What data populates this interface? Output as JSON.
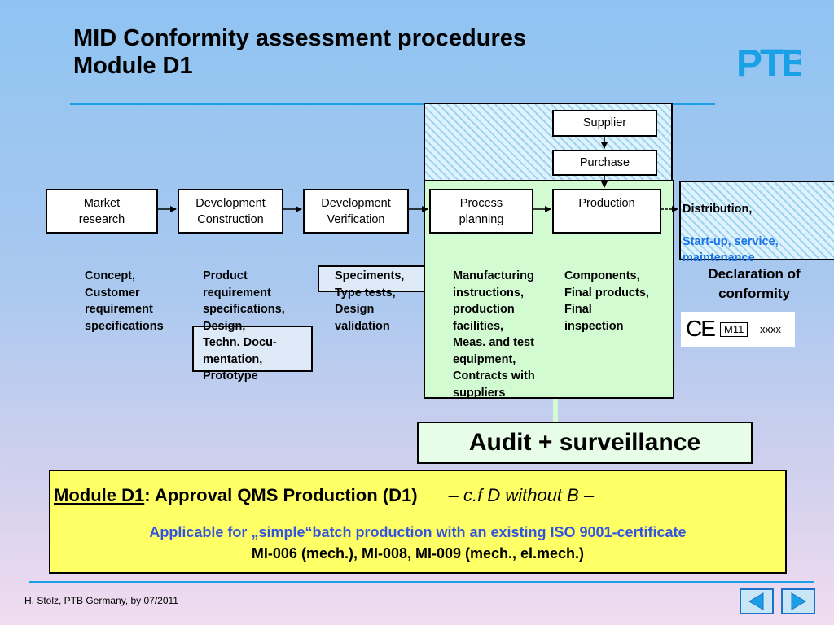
{
  "title": {
    "line1": "MID Conformity assessment procedures",
    "line2": "Module D1"
  },
  "logo": {
    "text": "PTB"
  },
  "supply_chain": {
    "supplier": "Supplier",
    "purchase": "Purchase"
  },
  "process": [
    {
      "label": "Market\nresearch"
    },
    {
      "label": "Development\nConstruction"
    },
    {
      "label": "Development\nVerification"
    },
    {
      "label": "Process\nplanning"
    },
    {
      "label": "Production"
    }
  ],
  "distribution": {
    "line1": "Distribution,",
    "line2": "Start-up, service,\nmaintenance",
    "line2_color": "#1a73e8"
  },
  "outputs": {
    "market": "Concept,\nCustomer\nrequirement\nspecifications",
    "construction": "Product\nrequirement\nspecifications,\nDesign,\nTechn. Docu-\nmentation,\nPrototype",
    "verification": "Speciments,\nType tests,\nDesign\nvalidation",
    "planning": "Manufacturing\ninstructions,\nproduction\nfacilities,\nMeas. and test\nequipment,\nContracts with\nsuppliers",
    "production": "Components,\nFinal products,\nFinal\ninspection"
  },
  "declaration": {
    "text": "Declaration of\nconformity",
    "ce_mark": "CE",
    "metrology_mark": "M11",
    "notified_body": "xxxx"
  },
  "audit": {
    "label": "Audit + surveillance"
  },
  "module_box": {
    "module_name": "Module D1",
    "heading_rest": ": Approval QMS Production (D1)",
    "note": "– c.f  D without B –",
    "applicable": "Applicable for „simple“batch production with an existing ISO 9001-certificate",
    "instruments": "MI-006 (mech.), MI-008, MI-009 (mech., el.mech.)",
    "applicable_color": "#3355dd"
  },
  "footer": {
    "credit": "H. Stolz, PTB Germany, by 07/2011"
  },
  "colors": {
    "accent": "#1aa0e6",
    "panel_green": "#d2fbd2",
    "yellow": "#ffff66"
  }
}
